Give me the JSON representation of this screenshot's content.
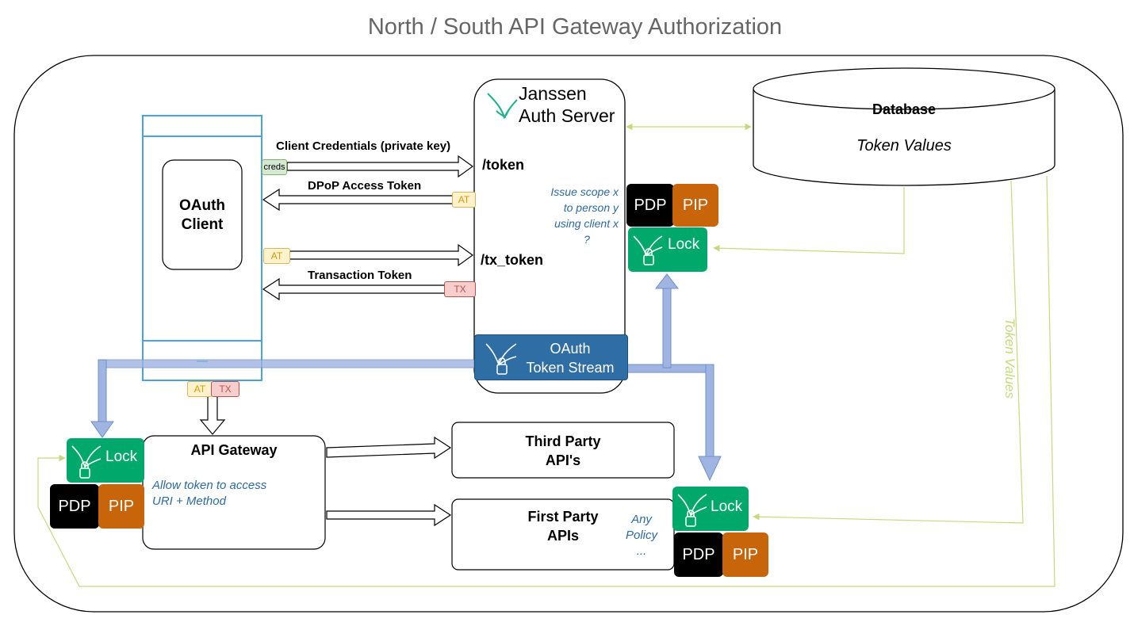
{
  "title": "North / South API Gateway Authorization",
  "auth_server": {
    "name_line1": "Janssen",
    "name_line2": "Auth Server",
    "token_endpoint": "/token",
    "tx_endpoint": "/tx_token",
    "note": [
      "Issue scope x",
      "to person y",
      "using client x",
      "?"
    ]
  },
  "token_stream": {
    "line1": "OAuth",
    "line2": "Token Stream"
  },
  "database": {
    "title": "Database",
    "subtitle": "Token Values"
  },
  "oauth_client": {
    "line1": "OAuth",
    "line2": "Client"
  },
  "flows": {
    "client_credentials": "Client Credentials (private key)",
    "dpop_access_token": "DPoP Access Token",
    "transaction_token": "Transaction Token"
  },
  "badges": {
    "creds": "creds",
    "at": "AT",
    "tx": "TX"
  },
  "lock_label": "Lock",
  "pdp_label": "PDP",
  "pip_label": "PIP",
  "api_gateway": {
    "title": "API Gateway",
    "note": [
      "Allow token to access",
      "URI + Method"
    ]
  },
  "third_party": [
    "Third Party",
    "API's"
  ],
  "first_party": [
    "First Party",
    "APIs"
  ],
  "first_party_note": [
    "Any",
    "Policy",
    "..."
  ],
  "token_values_vertical": "Token Values",
  "colors": {
    "lock_green": "#00a86b",
    "pip_orange": "#c8640a",
    "pdp_black": "#000000",
    "stream_blue": "#2f6ea5",
    "flow_blue": "#9fb4e0",
    "line_green": "#c6d97e"
  }
}
